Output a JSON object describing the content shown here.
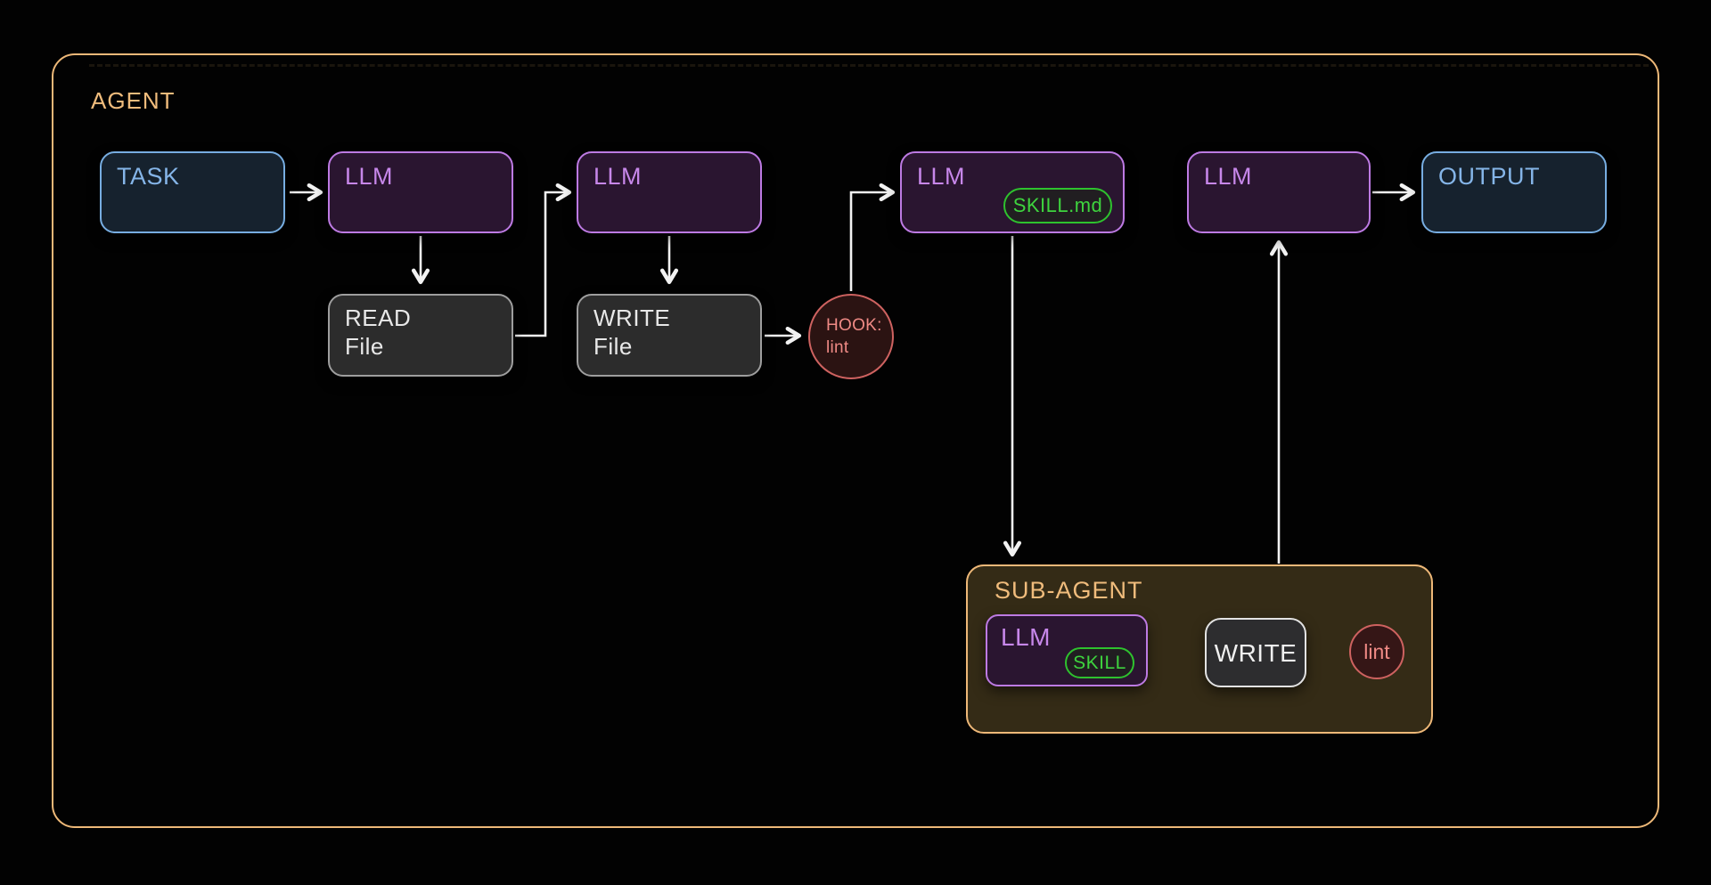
{
  "colors": {
    "background": "#020202",
    "agent_border": "#edb878",
    "agent_label": "#f0bc7c",
    "task_output_border": "#77ade1",
    "task_output_fill": "#16222e",
    "task_output_text": "#85b5e8",
    "llm_border": "#bd7ae3",
    "llm_fill": "#2a1530",
    "llm_text": "#c787ea",
    "file_border": "#9e9e9e",
    "file_fill": "#2c2c2c",
    "file_text": "#e8e8e8",
    "hook_border": "#ce6260",
    "hook_fill": "#2b1312",
    "hook_text": "#ef8a85",
    "skill_border": "#2ec22e",
    "skill_text": "#3ed43e",
    "subagent_border": "#eeb878",
    "subagent_fill": "#342b16",
    "write_border": "#e3e3e3",
    "arrow": "#f2f2f2"
  },
  "agent": {
    "label": "AGENT",
    "nodes": {
      "task": {
        "label": "TASK"
      },
      "llm1": {
        "label": "LLM"
      },
      "llm2": {
        "label": "LLM"
      },
      "llm3": {
        "label": "LLM",
        "badge": "SKILL.md"
      },
      "llm4": {
        "label": "LLM"
      },
      "output": {
        "label": "OUTPUT"
      },
      "read_file": {
        "label_line1": "READ",
        "label_line2": "File"
      },
      "write_file": {
        "label_line1": "WRITE",
        "label_line2": "File"
      },
      "hook": {
        "label_line1": "HOOK:",
        "label_line2": "lint"
      }
    }
  },
  "sub_agent": {
    "label": "SUB-AGENT",
    "nodes": {
      "llm": {
        "label": "LLM",
        "badge": "SKILL"
      },
      "write": {
        "label": "WRITE"
      },
      "lint": {
        "label": "lint"
      }
    }
  }
}
